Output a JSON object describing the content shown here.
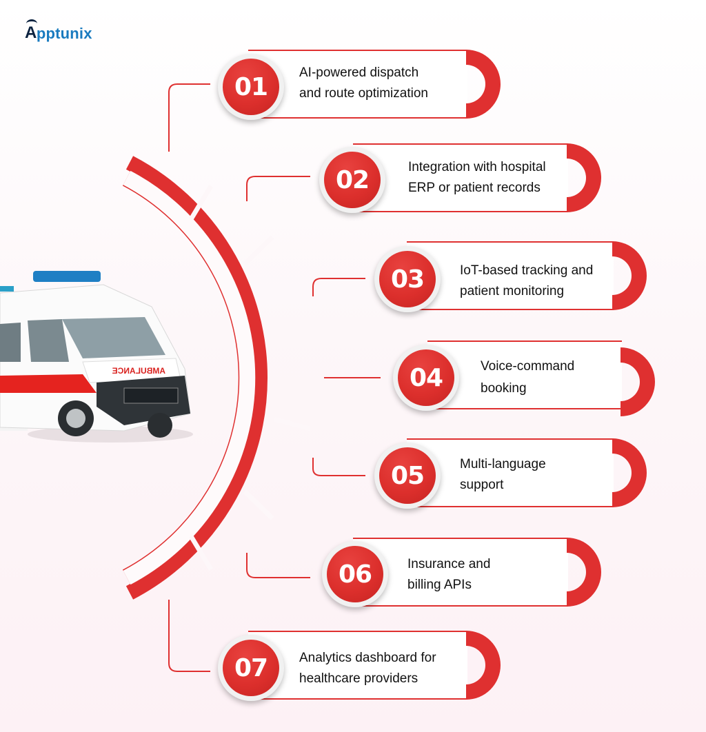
{
  "brand": {
    "logo_first": "A",
    "logo_rest": "pptunix",
    "logo_full": "Apptunix",
    "dark_color": "#0d2340",
    "accent_blue": "#1a7bbf"
  },
  "colors": {
    "primary_red": "#df3030",
    "background": "#fdf3f6",
    "text": "#111111"
  },
  "illustration": {
    "subject": "ambulance",
    "label": "AMBULANCE"
  },
  "features": [
    {
      "number": "01",
      "line1": "AI-powered dispatch",
      "line2": "and route optimization"
    },
    {
      "number": "02",
      "line1": "Integration with hospital",
      "line2": "ERP or patient records"
    },
    {
      "number": "03",
      "line1": "IoT-based tracking and",
      "line2": "patient monitoring"
    },
    {
      "number": "04",
      "line1": "Voice-command",
      "line2": "booking"
    },
    {
      "number": "05",
      "line1": "Multi-language",
      "line2": "support"
    },
    {
      "number": "06",
      "line1": "Insurance and",
      "line2": "billing APIs"
    },
    {
      "number": "07",
      "line1": "Analytics dashboard for",
      "line2": "healthcare providers"
    }
  ]
}
